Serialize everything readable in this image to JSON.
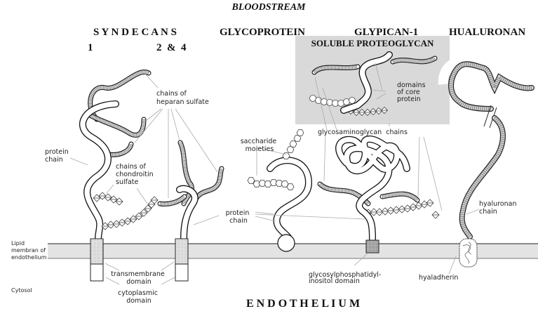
{
  "header": {
    "top_title": "BLOODSTREAM",
    "bottom_title": "E N D O T H E L I U M"
  },
  "columns": {
    "syndecans": "S Y N D E C A N S",
    "syndecan_1": "1",
    "syndecan_24": "2  &  4",
    "glycoprotein": "GLYCOPROTEIN",
    "glypican": "GLYPICAN-1",
    "hyaluronan": "HUALURONAN"
  },
  "inset": {
    "title": "SOLUBLE PROTEOGLYCAN",
    "domains_label": [
      "domains",
      "of core",
      "protein"
    ],
    "gag_label": "glycosaminoglycan  chains"
  },
  "labels": {
    "heparan": [
      "chains of",
      "heparan sulfate"
    ],
    "protein_chain_left": [
      "protein",
      "chain"
    ],
    "chondroitin": [
      "chains of",
      "chondroitin",
      "sulfate"
    ],
    "saccharide": [
      "saccharide",
      "moieties"
    ],
    "protein_chain_mid": [
      "protein",
      "chain"
    ],
    "hyaluronan_chain": [
      "hyaluronan",
      "chain"
    ],
    "membrane": [
      "Lipid",
      "membran of",
      "endothelium"
    ],
    "cytosol": "Cytosol",
    "transmembrane": [
      "transmembrane",
      "domain"
    ],
    "cytoplasmic": [
      "cytoplasmic",
      "domain"
    ],
    "gpi": [
      "glycosylphosphatidyl-",
      "inositol domain"
    ],
    "hyaladherin": "hyaladherin"
  },
  "colors": {
    "membrane_fill": "#e3e3e3",
    "inset_fill": "#d9d9d9",
    "line": "#111111",
    "leader": "#aaaaaa"
  }
}
